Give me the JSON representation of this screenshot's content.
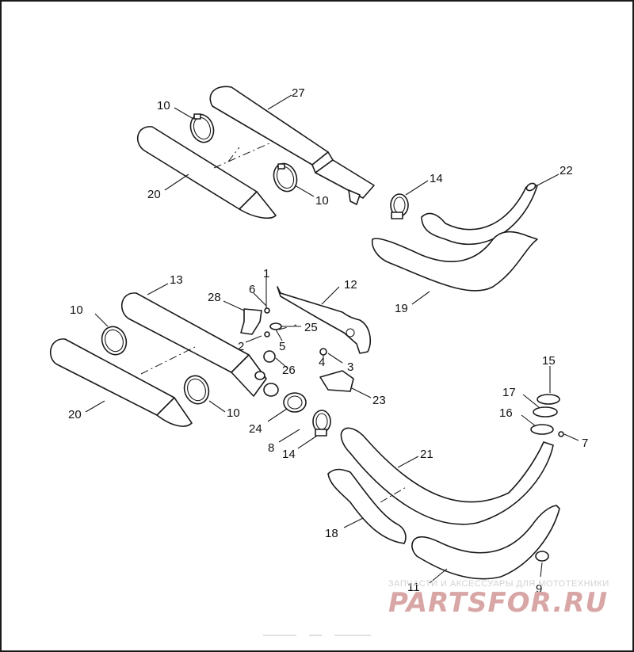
{
  "callouts": [
    {
      "id": "c-27",
      "label": "27"
    },
    {
      "id": "c-10a",
      "label": "10"
    },
    {
      "id": "c-20a",
      "label": "20"
    },
    {
      "id": "c-10b",
      "label": "10"
    },
    {
      "id": "c-14a",
      "label": "14"
    },
    {
      "id": "c-22",
      "label": "22"
    },
    {
      "id": "c-19",
      "label": "19"
    },
    {
      "id": "c-1",
      "label": "1"
    },
    {
      "id": "c-6",
      "label": "6"
    },
    {
      "id": "c-28",
      "label": "28"
    },
    {
      "id": "c-12",
      "label": "12"
    },
    {
      "id": "c-13",
      "label": "13"
    },
    {
      "id": "c-10c",
      "label": "10"
    },
    {
      "id": "c-25",
      "label": "25"
    },
    {
      "id": "c-2",
      "label": "2"
    },
    {
      "id": "c-5",
      "label": "5"
    },
    {
      "id": "c-4",
      "label": "4"
    },
    {
      "id": "c-3",
      "label": "3"
    },
    {
      "id": "c-26",
      "label": "26"
    },
    {
      "id": "c-23",
      "label": "23"
    },
    {
      "id": "c-20b",
      "label": "20"
    },
    {
      "id": "c-10d",
      "label": "10"
    },
    {
      "id": "c-24",
      "label": "24"
    },
    {
      "id": "c-8",
      "label": "8"
    },
    {
      "id": "c-14b",
      "label": "14"
    },
    {
      "id": "c-15",
      "label": "15"
    },
    {
      "id": "c-17",
      "label": "17"
    },
    {
      "id": "c-16",
      "label": "16"
    },
    {
      "id": "c-7",
      "label": "7"
    },
    {
      "id": "c-21",
      "label": "21"
    },
    {
      "id": "c-18",
      "label": "18"
    },
    {
      "id": "c-11",
      "label": "11"
    },
    {
      "id": "c-9",
      "label": "9"
    }
  ],
  "watermark": {
    "tagline": "ЗАПЧАСТИ И АКСЕССУАРЫ ДЛЯ МОТОТЕХНИКИ",
    "logo": "PARTSFOR.RU",
    "logo_color": "#d9a6a6"
  },
  "colors": {
    "line": "#1a1a1a",
    "background": "#ffffff"
  }
}
